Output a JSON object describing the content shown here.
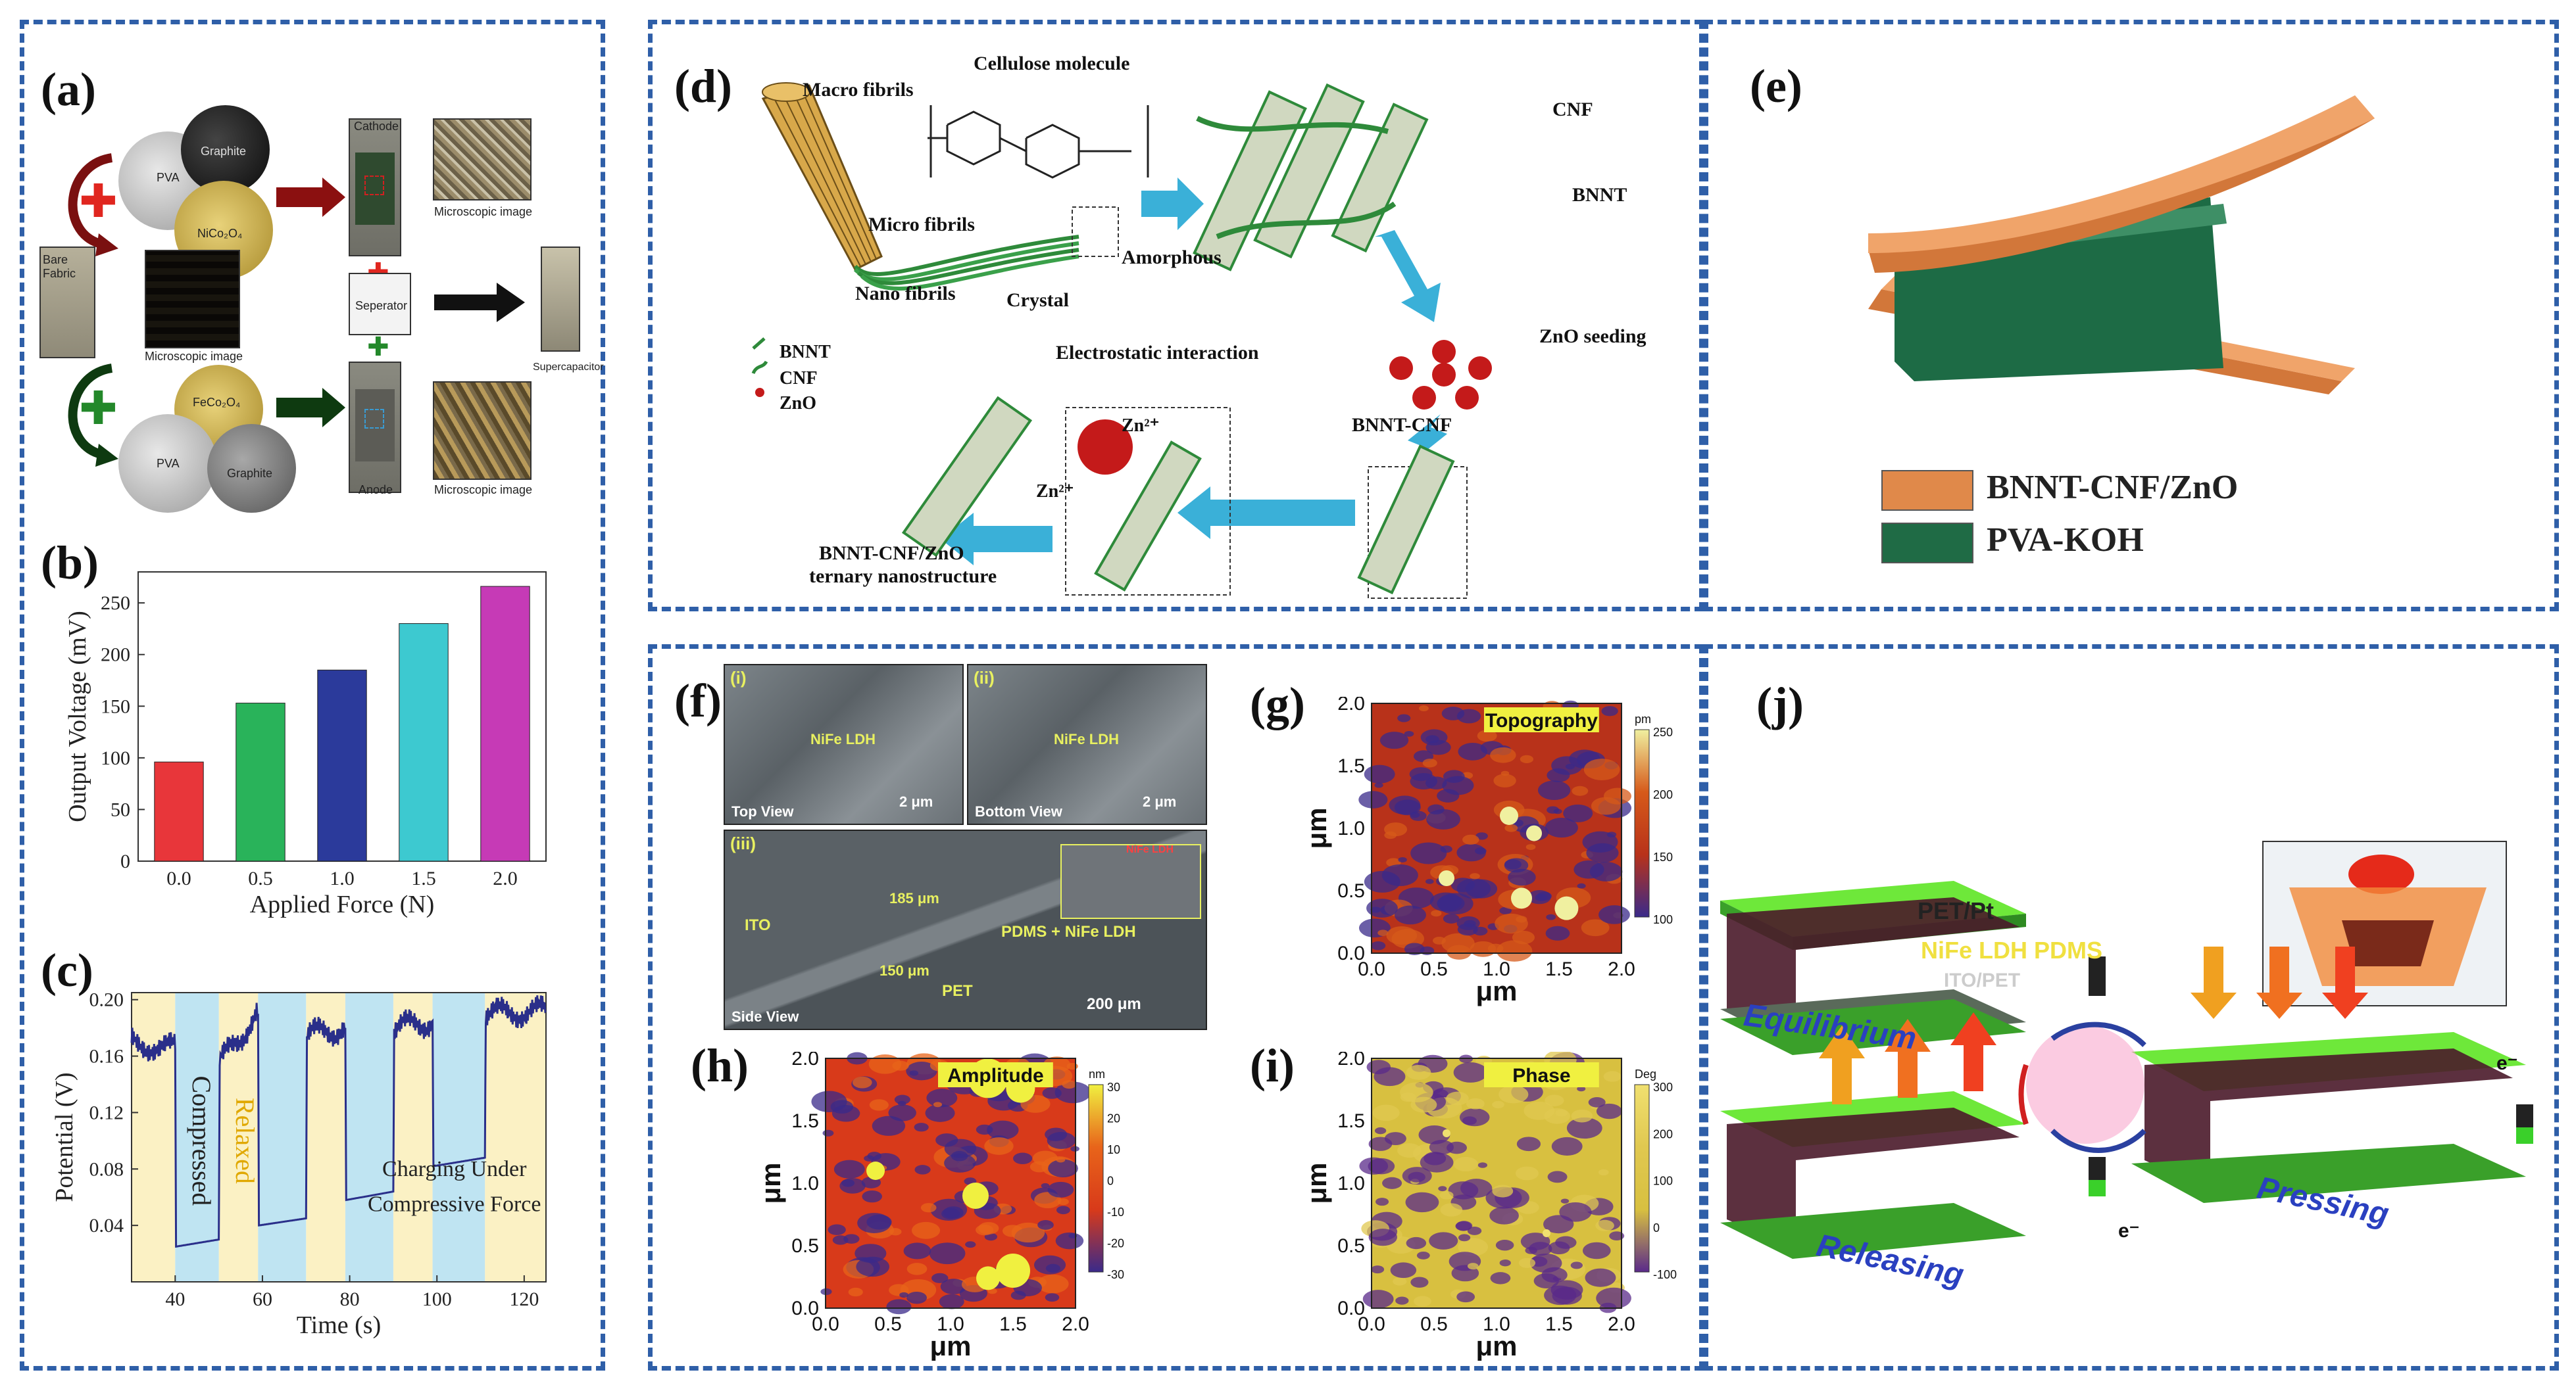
{
  "panels": {
    "a": {
      "label": "(a)",
      "items": {
        "pva": "PVA",
        "graphite": "Graphite",
        "nico": "NiCo₂O₄",
        "fe": "FeCo₂O₄",
        "pva2": "PVA",
        "graphite2": "Graphite",
        "cathode": "Cathode",
        "anode": "Anode",
        "micro1": "Microscopic image",
        "micro2": "Microscopic image",
        "micro3": "Microscopic image",
        "bare": "Bare Fabric",
        "separator": "Seperator",
        "supercap": "Supercapacitor"
      }
    },
    "b": {
      "label": "(b)"
    },
    "c": {
      "label": "(c)",
      "annot": {
        "compressed": "Compressed",
        "relaxed": "Relaxed",
        "charging1": "Charging Under",
        "charging2": "Compressive Force"
      }
    },
    "d": {
      "label": "(d)",
      "items": {
        "macro": "Macro fibrils",
        "cellulose": "Cellulose molecule",
        "micro": "Micro fibrils",
        "amorphous": "Amorphous",
        "nano": "Nano fibrils",
        "crystal": "Crystal",
        "cnf": "CNF",
        "bnnt": "BNNT",
        "zno_seed": "ZnO seeding",
        "bnnt_cnf": "BNNT-CNF",
        "electro": "Electrostatic interaction",
        "zn1": "Zn²⁺",
        "zn2": "Zn²⁺",
        "leg_bnnt": "BNNT",
        "leg_cnf": "CNF",
        "leg_zno": "ZnO",
        "tern1": "BNNT-CNF/ZnO",
        "tern2": "ternary nanostructure"
      }
    },
    "e": {
      "label": "(e)",
      "legend": [
        "BNNT-CNF/ZnO",
        "PVA-KOH"
      ],
      "colors": [
        "#e0894a",
        "#1f6b45"
      ]
    },
    "f": {
      "label": "(f)",
      "items": {
        "i": "(i)",
        "ii": "(ii)",
        "iii": "(iii)",
        "nife1": "NiFe LDH",
        "nife2": "NiFe LDH",
        "top": "Top View",
        "bottom": "Bottom View",
        "side": "Side View",
        "scale1": "2 μm",
        "scale2": "2 μm",
        "scale3": "200 μm",
        "ito": "ITO",
        "pdms": "PDMS + NiFe LDH",
        "pet": "PET",
        "t1": "185 μm",
        "t2": "150 μm",
        "inset": "NiFe LDH"
      }
    },
    "g": {
      "label": "(g)",
      "title": "Topography",
      "unit": "pm",
      "cbar": [
        "250",
        "200",
        "150",
        "100"
      ]
    },
    "h": {
      "label": "(h)",
      "title": "Amplitude",
      "unit": "nm",
      "cbar": [
        "30",
        "20",
        "10",
        "0",
        "-10",
        "-20",
        "-30"
      ]
    },
    "i": {
      "label": "(i)",
      "title": "Phase",
      "unit": "Deg",
      "cbar": [
        "300",
        "200",
        "100",
        "0",
        "-100"
      ]
    },
    "j": {
      "label": "(j)",
      "items": {
        "pet": "PET/Pt",
        "nife": "NiFe LDH PDMS",
        "ito": "ITO/PET",
        "eq": "Equilibrium",
        "press": "Pressing",
        "rel": "Releasing",
        "e1": "e⁻",
        "e2": "e⁻"
      }
    },
    "afm_axes": {
      "ticks": [
        "0.0",
        "0.5",
        "1.0",
        "1.5",
        "2.0"
      ],
      "unit": "μm"
    }
  },
  "chart_data": [
    {
      "type": "bar",
      "xlabel": "Applied Force (N)",
      "ylabel": "Output Voltage (mV)",
      "categories": [
        "0.0",
        "0.5",
        "1.0",
        "1.5",
        "2.0"
      ],
      "values": [
        96,
        153,
        185,
        230,
        266
      ],
      "ylim": [
        0,
        280
      ],
      "yticks": [
        0,
        50,
        100,
        150,
        200,
        250
      ],
      "colors": [
        "#e8363a",
        "#29b35a",
        "#2b3a9b",
        "#3dc9d0",
        "#c63ab6"
      ]
    },
    {
      "type": "line",
      "xlabel": "Time (s)",
      "ylabel": "Potential (V)",
      "xlim": [
        30,
        125
      ],
      "ylim": [
        0.0,
        0.205
      ],
      "xticks": [
        40,
        60,
        80,
        100,
        120
      ],
      "yticks": [
        0.04,
        0.08,
        0.12,
        0.16,
        0.2
      ],
      "relaxed_bands": [
        [
          30,
          40
        ],
        [
          50,
          59
        ],
        [
          70,
          79
        ],
        [
          90,
          99
        ],
        [
          111,
          125
        ]
      ],
      "compressed_bands": [
        [
          40,
          50
        ],
        [
          59,
          70
        ],
        [
          79,
          90
        ],
        [
          99,
          111
        ]
      ],
      "series": [
        {
          "x": [
            30,
            40,
            40.2,
            50,
            50.2,
            59,
            59.2,
            70,
            70.2,
            79,
            79.2,
            90,
            90.2,
            99,
            99.2,
            111,
            111.2,
            125
          ],
          "y": [
            0.17,
            0.165,
            0.025,
            0.03,
            0.155,
            0.19,
            0.04,
            0.045,
            0.175,
            0.18,
            0.058,
            0.064,
            0.18,
            0.185,
            0.082,
            0.088,
            0.19,
            0.192
          ]
        }
      ]
    }
  ]
}
